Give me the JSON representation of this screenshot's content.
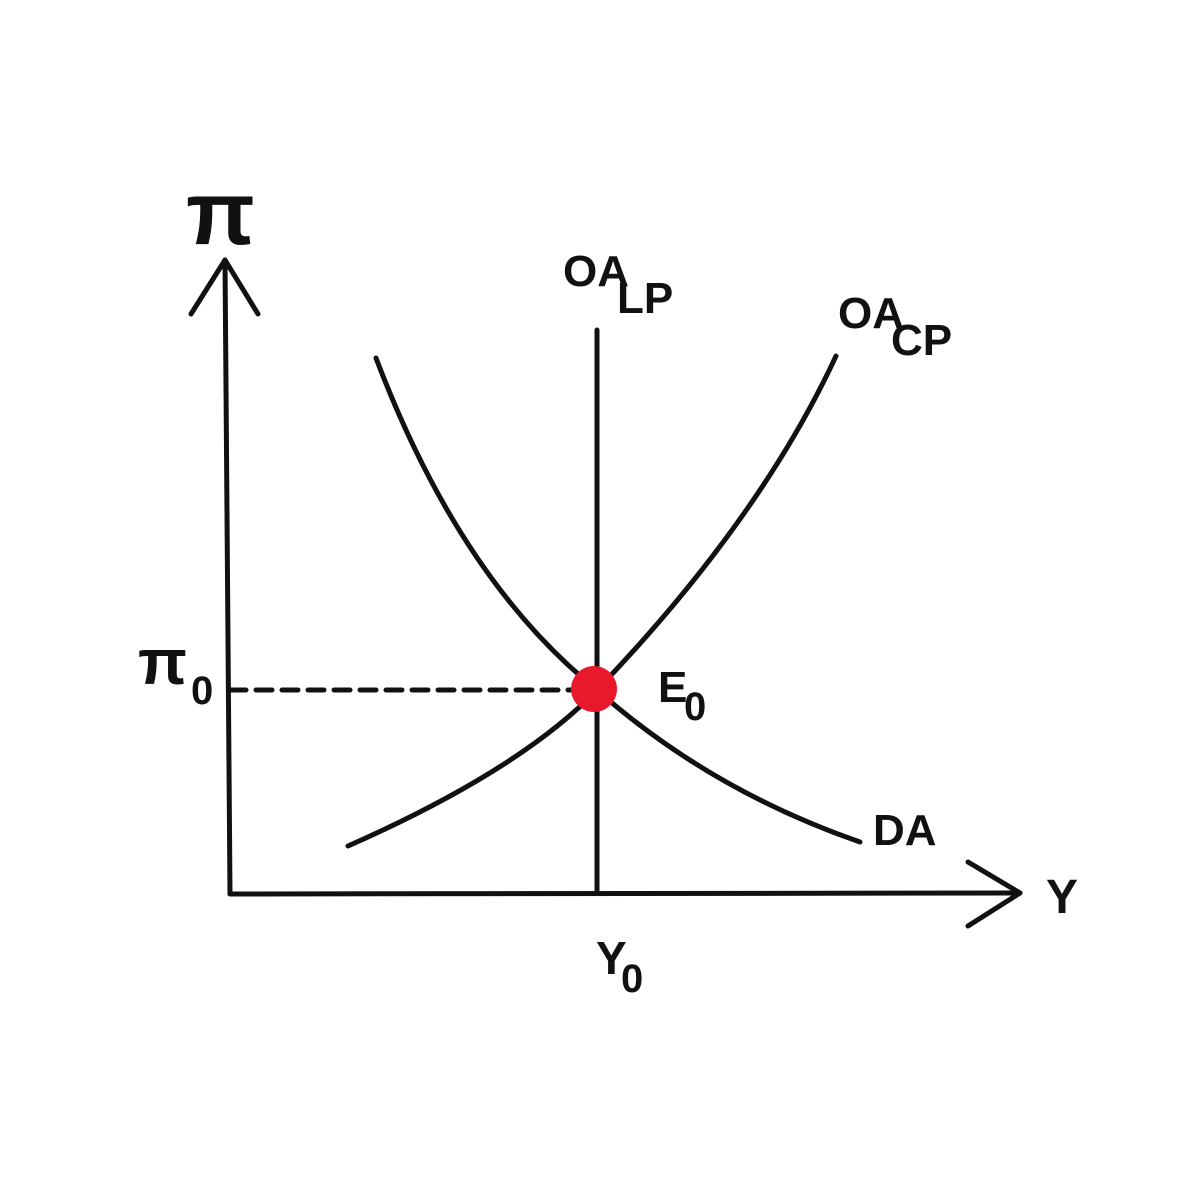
{
  "axes": {
    "y_label": "π",
    "x_label": "Y"
  },
  "curves": {
    "oa_lp": {
      "main": "OA",
      "sub": "LP"
    },
    "oa_cp": {
      "main": "OA",
      "sub": "CP"
    },
    "da": {
      "main": "DA"
    }
  },
  "equilibrium": {
    "main": "E",
    "sub": "0",
    "color": "#e8192c"
  },
  "pi0": {
    "main": "π",
    "sub": "0"
  },
  "y0": {
    "main": "Y",
    "sub": "0"
  }
}
